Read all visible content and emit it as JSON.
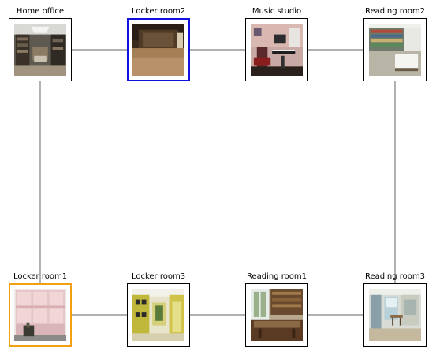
{
  "graph": {
    "nodes": [
      {
        "id": "home-office",
        "label": "Home office",
        "highlight": null,
        "icon": "home-office-photo"
      },
      {
        "id": "locker-room2",
        "label": "Locker room2",
        "highlight": "#1010e0",
        "icon": "locker-room-photo"
      },
      {
        "id": "music-studio",
        "label": "Music studio",
        "highlight": null,
        "icon": "music-studio-photo"
      },
      {
        "id": "reading-room2",
        "label": "Reading room2",
        "highlight": null,
        "icon": "reading-room-photo"
      },
      {
        "id": "locker-room1",
        "label": "Locker room1",
        "highlight": "#f0a010",
        "icon": "locker-room-photo"
      },
      {
        "id": "locker-room3",
        "label": "Locker room3",
        "highlight": null,
        "icon": "locker-room-photo"
      },
      {
        "id": "reading-room1",
        "label": "Reading room1",
        "highlight": null,
        "icon": "reading-room-photo"
      },
      {
        "id": "reading-room3",
        "label": "Reading room3",
        "highlight": null,
        "icon": "reading-room-photo"
      }
    ],
    "edges": [
      [
        "home-office",
        "locker-room2"
      ],
      [
        "locker-room2",
        "music-studio"
      ],
      [
        "music-studio",
        "reading-room2"
      ],
      [
        "home-office",
        "locker-room1"
      ],
      [
        "reading-room2",
        "reading-room3"
      ],
      [
        "locker-room1",
        "locker-room3"
      ],
      [
        "locker-room3",
        "reading-room1"
      ],
      [
        "reading-room1",
        "reading-room3"
      ]
    ],
    "edge_color": "#808080"
  }
}
